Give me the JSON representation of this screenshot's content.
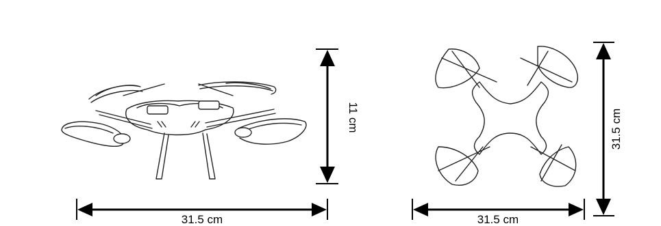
{
  "side_view": {
    "height_label": "11 cm",
    "width_label": "31.5 cm"
  },
  "top_view": {
    "depth_label": "31.5 cm",
    "width_label": "31.5 cm"
  },
  "colors": {
    "ink": "#000000",
    "outline": "#222222",
    "background": "#ffffff"
  }
}
